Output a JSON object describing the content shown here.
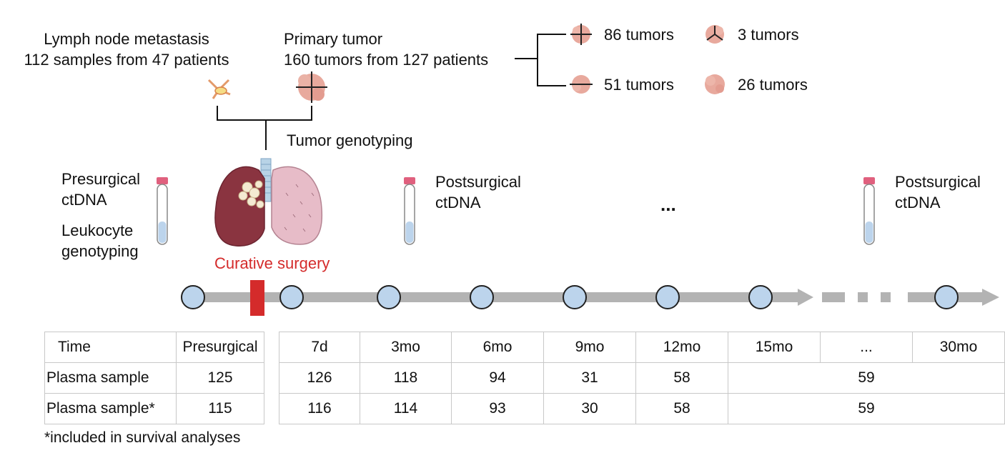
{
  "lymph": {
    "line1": "Lymph node metastasis",
    "line2": "112 samples from 47 patients"
  },
  "primary": {
    "line1": "Primary tumor",
    "line2": "160 tumors from 127 patients"
  },
  "tumor_groups": [
    {
      "label": "86 tumors",
      "icon": "tumor-cross-icon"
    },
    {
      "label": "3 tumors",
      "icon": "tumor-tripod-icon"
    },
    {
      "label": "51 tumors",
      "icon": "tumor-line-icon"
    },
    {
      "label": "26 tumors",
      "icon": "tumor-plain-icon"
    }
  ],
  "genotyping_label": "Tumor genotyping",
  "presurgical": {
    "line1": "Presurgical",
    "line2": "ctDNA",
    "line3": "Leukocyte",
    "line4": "genotyping"
  },
  "postsurgical_1": {
    "line1": "Postsurgical",
    "line2": "ctDNA"
  },
  "postsurgical_2": {
    "line1": "Postsurgical",
    "line2": "ctDNA"
  },
  "ellipsis": "...",
  "surgery_label": "Curative surgery",
  "colors": {
    "surgery_red": "#d42b2b",
    "timeline_gray": "#b3b3b3",
    "node_fill": "#bcd4ec",
    "tumor_pink": "#e8a99d",
    "tube_liquid": "#bcd4ec",
    "tube_cap": "#e0607e",
    "lung_dark": "#8a3440",
    "lung_light": "#e7bcc8"
  },
  "table": {
    "headers": [
      "Time",
      "Presurgical",
      "7d",
      "3mo",
      "6mo",
      "9mo",
      "12mo",
      "15mo",
      "...",
      "30mo"
    ],
    "rows": [
      {
        "label": "Plasma sample",
        "pre": "125",
        "values": [
          "126",
          "118",
          "94",
          "31",
          "58"
        ],
        "merged": "59"
      },
      {
        "label": "Plasma sample*",
        "pre": "115",
        "values": [
          "116",
          "114",
          "93",
          "30",
          "58"
        ],
        "merged": "59"
      }
    ]
  },
  "footnote": "*included in survival analyses"
}
